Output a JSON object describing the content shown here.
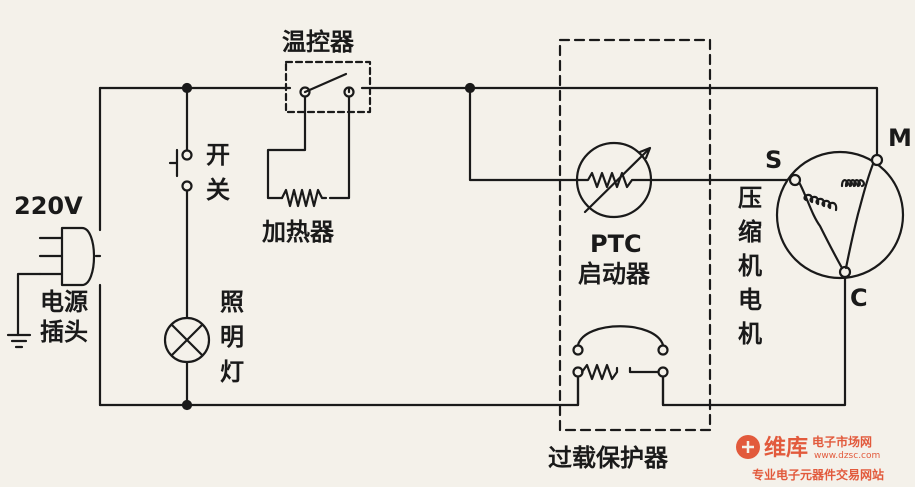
{
  "labels": {
    "thermostat": "温控器",
    "heater": "加热器",
    "switch_1": "开",
    "switch_2": "关",
    "voltage": "220V",
    "plug_1": "电源",
    "plug_2": "插头",
    "lamp_1": "照",
    "lamp_2": "明",
    "lamp_3": "灯",
    "ptc": "PTC",
    "starter": "启动器",
    "compressor_1": "压",
    "compressor_2": "缩",
    "compressor_3": "机",
    "compressor_4": "电",
    "compressor_5": "机",
    "terminal_s": "S",
    "terminal_m": "M",
    "terminal_c": "C",
    "overload": "过载保护器"
  },
  "watermark": {
    "brand": "维库",
    "brand_suffix": "电子市场网",
    "url": "www.dzsc.com",
    "slogan": "专业电子元器件交易网站"
  },
  "colors": {
    "ink": "#1a1a1a",
    "paper": "#f4f1ea",
    "watermark": "#e25a3c"
  }
}
